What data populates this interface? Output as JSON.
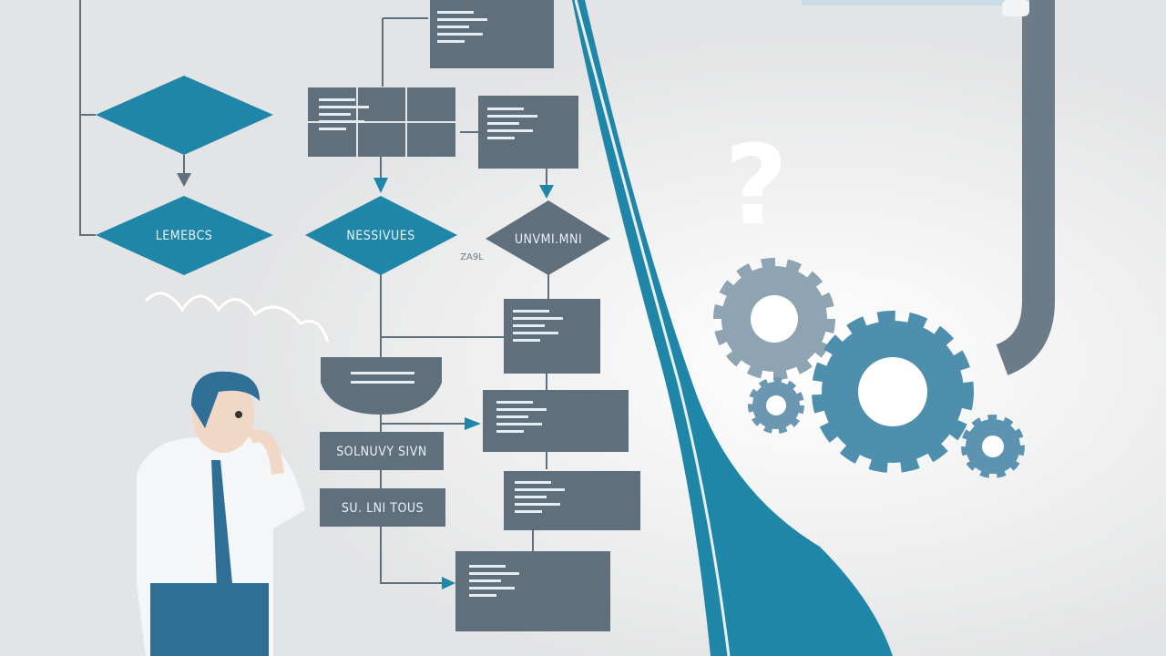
{
  "colors": {
    "background": "#e3e4e5",
    "teal": "#1f86a8",
    "slate": "#5f6f7c",
    "gear_light": "#8fb2c6"
  },
  "flowchart": {
    "decisions": [
      {
        "label": "LEMEBCS",
        "color": "teal"
      },
      {
        "label": "NESSIVUES",
        "color": "teal"
      },
      {
        "label": "UNVMI.MNI",
        "color": "slate"
      }
    ],
    "decision_note": "ZA9L",
    "process_boxes": [
      {
        "label": "SOLNUVY SIVN"
      },
      {
        "label": "SU. LNI TOUS"
      }
    ]
  },
  "question_mark": "?",
  "icons": [
    "confused-man",
    "gear-icon",
    "pipe",
    "question-mark-icon"
  ]
}
